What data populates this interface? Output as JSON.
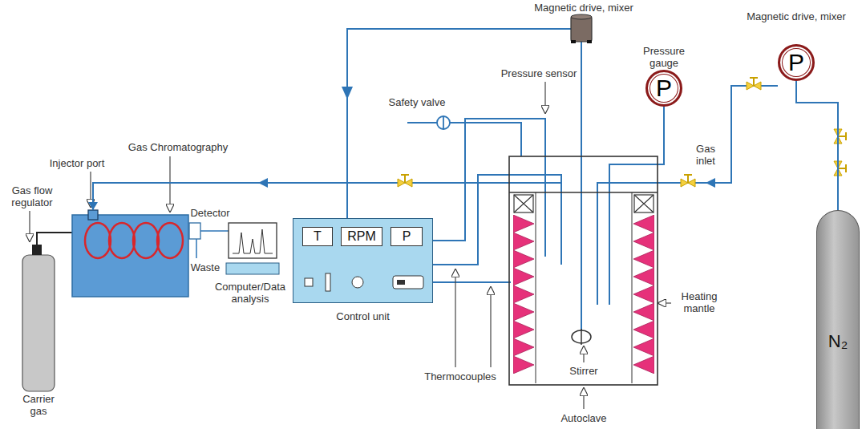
{
  "diagram": {
    "nodes": [
      {
        "text": [
          "Control unit"
        ]
      },
      {
        "text": [
          "T"
        ],
        "in": 0
      },
      {
        "text": [
          "RPM"
        ],
        "in": 0
      },
      {
        "text": [
          "P"
        ],
        "in": 0
      },
      {
        "text": [
          "Pressure gauge",
          "P"
        ]
      },
      {
        "text": [
          "Magnetic drive, mixer",
          "P"
        ]
      },
      {
        "text": [
          "N₂"
        ]
      }
    ],
    "edges": [
      {
        "from": 6,
        "to": 5,
        "arrow": "none"
      }
    ],
    "labels": [
      "Magnetic drive, mixer",
      "Pressure sensor",
      "Safety valve",
      "Gas Chromatography",
      "Injector port",
      "Gas flow regulator",
      "Carrier gas",
      "Detector",
      "Waste",
      "Computer/Data analysis",
      "Thermocouples",
      "Stirrer",
      "Autoclave",
      "Heating mantle",
      "Gas inlet"
    ]
  }
}
